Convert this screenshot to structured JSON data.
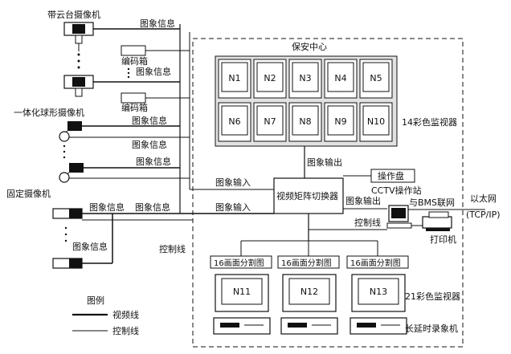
{
  "colors": {
    "line": "#111111",
    "bg": "#ffffff",
    "screen": "#ffffff",
    "frame": "#d8d8d8"
  },
  "labels": {
    "ptz_camera": "带云台摄像机",
    "encoder_1": "编码箱",
    "encoder_2": "编码箱",
    "dome_camera": "一体化球形摄像机",
    "fixed_camera": "固定摄像机",
    "security_center": "保安中心",
    "monitors_14": "14彩色监视器",
    "image_output_1": "图象输出",
    "image_output_2": "图象输出",
    "image_input_1": "图象输入",
    "image_input_2": "图象输入",
    "matrix_switcher": "视频矩阵切换器",
    "operator_panel": "操作盘",
    "cctv_station": "CCTV操作站",
    "bms": "与BMS联网",
    "ethernet": "以太网",
    "tcpip": "(TCP/IP)",
    "control_line_1": "控制线",
    "control_line_2": "控制线",
    "printer": "打印机",
    "splitter_1": "16画面分割图",
    "splitter_2": "16画面分割图",
    "splitter_3": "16画面分割图",
    "monitors_21": "21彩色监视器",
    "recorder": "长延时录象机",
    "legend_title": "图例",
    "legend_video": "视频线",
    "legend_control": "控制线",
    "image_info_1": "图象信息",
    "image_info_2": "图象信息",
    "image_info_3": "图象信息",
    "image_info_4": "图象信息",
    "image_info_5": "图象信息",
    "image_info_6": "图象信息",
    "image_info_7": "图象信息",
    "image_info_8": "图象信息"
  },
  "monitors_top": [
    "N1",
    "N2",
    "N3",
    "N4",
    "N5"
  ],
  "monitors_mid": [
    "N6",
    "N7",
    "N8",
    "N9",
    "N10"
  ],
  "monitors_bottom": [
    "N11",
    "N12",
    "N13"
  ]
}
